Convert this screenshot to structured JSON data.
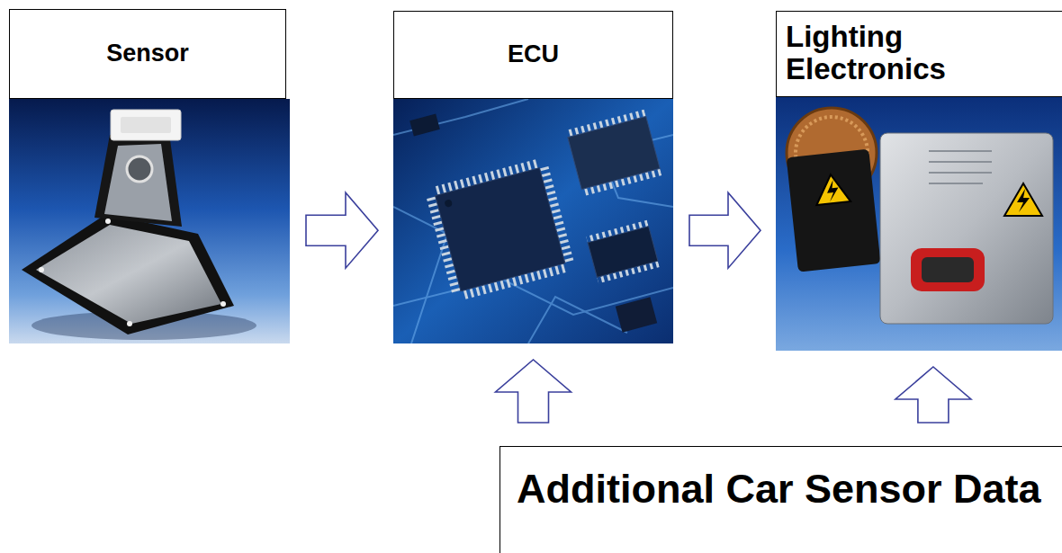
{
  "diagram": {
    "nodes": [
      {
        "text": [
          "Sensor"
        ]
      },
      {
        "text": [
          "ECU"
        ]
      },
      {
        "text": [
          "Lighting Electronics"
        ]
      },
      {
        "text": [
          "Additional Car Sensor Data"
        ]
      }
    ],
    "edges": [
      {
        "from": 0,
        "to": 1,
        "arrow": "to"
      },
      {
        "from": 1,
        "to": 2,
        "arrow": "to"
      },
      {
        "from": 3,
        "to": 1,
        "arrow": "to"
      },
      {
        "from": 3,
        "to": 2,
        "arrow": "to"
      }
    ]
  }
}
